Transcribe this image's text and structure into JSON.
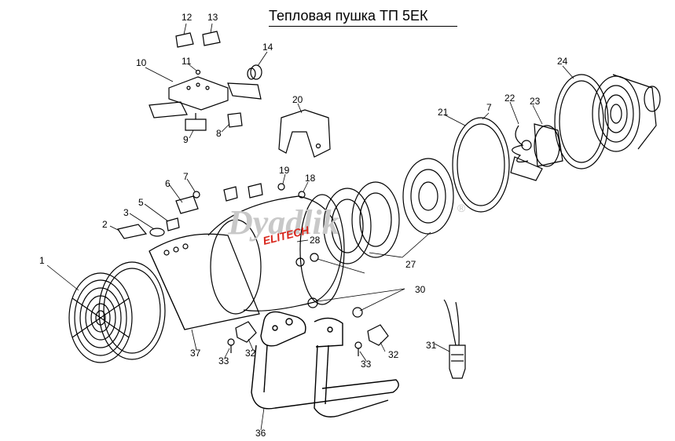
{
  "title": "Тепловая  пушка    ТП 5ЕК",
  "watermark": {
    "text": "Dyadlik",
    "registered": "®"
  },
  "brand_label": "ELITECH",
  "callouts": {
    "c1": "1",
    "c2": "2",
    "c3": "3",
    "c5": "5",
    "c6": "6",
    "c7a": "7",
    "c7b": "7",
    "c8": "8",
    "c9": "9",
    "c10": "10",
    "c11": "11",
    "c12": "12",
    "c13": "13",
    "c14": "14",
    "c18": "18",
    "c19": "19",
    "c20": "20",
    "c21": "21",
    "c22": "22",
    "c23": "23",
    "c24": "24",
    "c27": "27",
    "c28": "28",
    "c30": "30",
    "c31": "31",
    "c32a": "32",
    "c32b": "32",
    "c33a": "33",
    "c33b": "33",
    "c36": "36",
    "c37": "37"
  },
  "colors": {
    "line": "#000000",
    "watermark": "#c8c8c8",
    "brand": "#d8261c"
  }
}
